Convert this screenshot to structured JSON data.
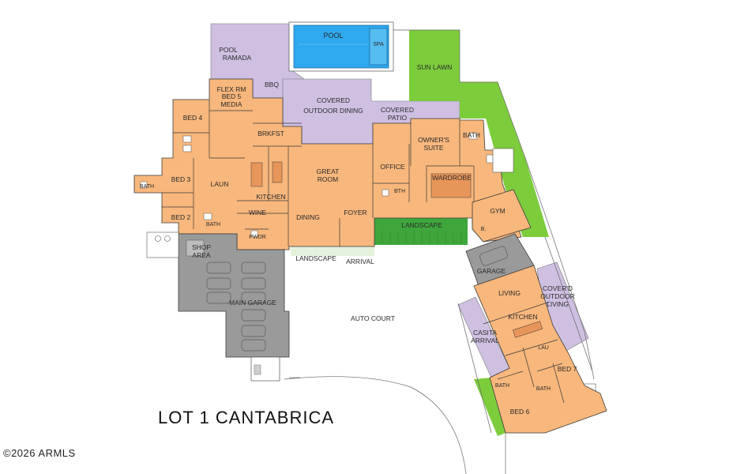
{
  "title": "LOT 1  CANTABRICA",
  "copyright": "©2026 ARMLS",
  "colors": {
    "living": "#f8b77c",
    "outdoor_covered": "#cfc0e2",
    "pool": "#2ea8ee",
    "lawn": "#7dcc3c",
    "landscape_band": "#3fa63c",
    "garage": "#9a9a9a",
    "line": "#3a3a3a"
  },
  "labels": {
    "pool": "POOL",
    "spa": "SPA",
    "pool_ramada_1": "POOL",
    "pool_ramada_2": "RAMADA",
    "sun_lawn": "SUN LAWN",
    "bbq": "BBQ",
    "flex_1": "FLEX RM",
    "flex_2": "BED 5",
    "flex_3": "MEDIA",
    "covered_outdoor_dining_1": "COVERED",
    "covered_outdoor_dining_2": "OUTDOOR DINING",
    "covered_patio_1": "COVERED",
    "covered_patio_2": "PATIO",
    "bed4": "BED 4",
    "brkfst": "BRKFST",
    "owners_suite_1": "OWNER'S",
    "owners_suite_2": "SUITE",
    "bath_owner": "BATH",
    "great_room_1": "GREAT",
    "great_room_2": "ROOM",
    "office": "OFFICE",
    "wardrobe": "WARDROBE",
    "bed3": "BED 3",
    "bath_left": "BATH",
    "laun": "LAUN",
    "kitchen": "KITCHEN",
    "bth": "BTH",
    "wine": "WINE",
    "dining": "DINING",
    "foyer": "FOYER",
    "gym": "GYM",
    "bed2": "BED 2",
    "bath_bed2": "BATH",
    "landscape_band": "LANDSCAPE",
    "b_gym": "B.",
    "pwdr": "PWDR",
    "shop_area_1": "SHOP",
    "shop_area_2": "AREA",
    "landscape_front": "LANDSCAPE",
    "arrival": "ARRIVAL",
    "garage": "GARAGE",
    "main_garage": "MAIN GARAGE",
    "living": "LIVING",
    "covered_outdoor_living_1": "COVER'D",
    "covered_outdoor_living_2": "OUTDOOR",
    "covered_outdoor_living_3": "LIVING",
    "auto_court": "AUTO COURT",
    "casita_kitchen": "KITCHEN",
    "casita_arrival_1": "CASITA",
    "casita_arrival_2": "ARRIVAL",
    "lau": "LAU",
    "bed7": "BED 7",
    "bath_casita_1": "BATH",
    "bath_casita_2": "BATH",
    "bed6": "BED 6"
  }
}
